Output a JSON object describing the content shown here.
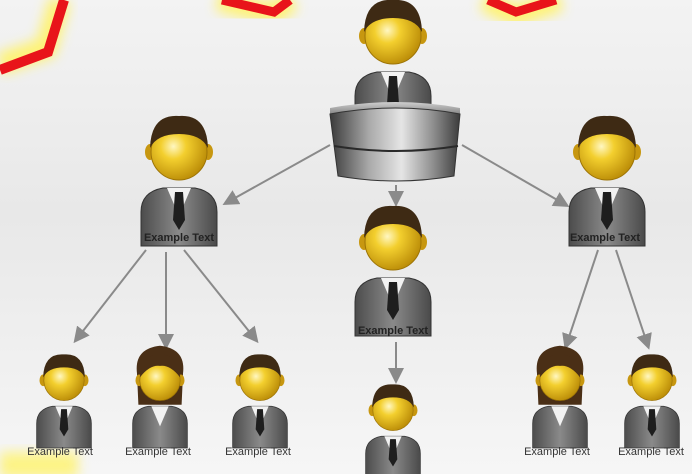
{
  "colors": {
    "accent_red": "#e8141a",
    "glow_yellow": "#fff36a",
    "skin": "#e9b818",
    "hair": "#3e2a14",
    "suit": "#6b6b6b",
    "arrow": "#8a8a8a"
  },
  "diagram": {
    "top": {
      "icon": "presenter-at-podium-icon"
    },
    "level1": [
      {
        "label": "Example Text",
        "icon": "person-icon"
      },
      {
        "label": "Example Text",
        "icon": "person-icon"
      },
      {
        "label": "Example Text",
        "icon": "person-icon"
      }
    ],
    "level2": [
      {
        "label": "Example Text",
        "icon": "person-icon"
      },
      {
        "label": "Example Text",
        "icon": "woman-icon"
      },
      {
        "label": "Example Text",
        "icon": "person-icon"
      },
      {
        "label": "",
        "icon": "person-icon"
      },
      {
        "label": "Example Text",
        "icon": "woman-icon"
      },
      {
        "label": "Example Text",
        "icon": "person-icon"
      }
    ]
  }
}
